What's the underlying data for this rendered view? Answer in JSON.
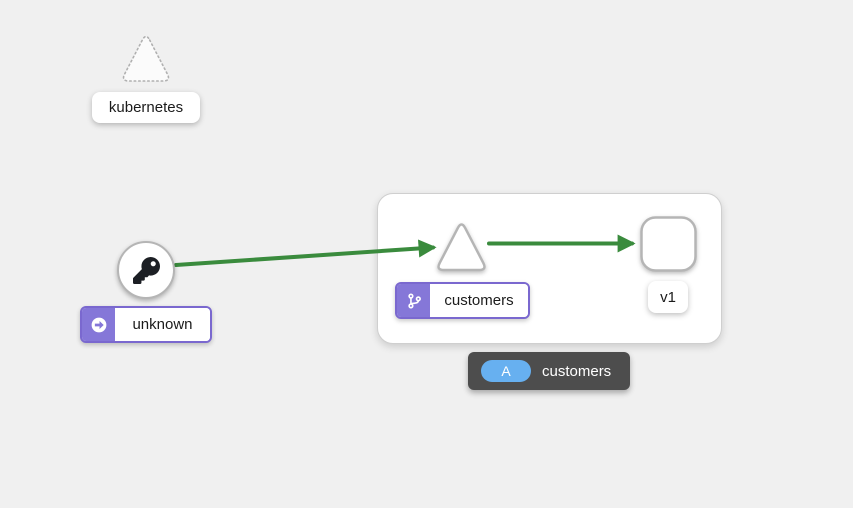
{
  "colors": {
    "canvas_bg": "#f0f0f0",
    "edge_green": "#3a8b3d",
    "badge_purple": "#8577d8",
    "badge_purple_border": "#7a68cf",
    "node_fill": "#ffffff",
    "node_border": "#b5b5b5",
    "tooltip_bg": "#4d4d4d",
    "app_badge_blue": "#67b0f0"
  },
  "nodes": {
    "kubernetes": {
      "label": "kubernetes",
      "shape": "dashed-triangle",
      "icon": "none"
    },
    "unknown": {
      "label": "unknown",
      "shape": "circle",
      "icon": "key-icon",
      "badge_icon": "arrow-circle-right-icon"
    },
    "customers": {
      "label": "customers",
      "shape": "triangle",
      "badge_icon": "code-branch-icon"
    },
    "v1": {
      "label": "v1",
      "shape": "rounded-square"
    }
  },
  "edges": [
    {
      "from": "unknown",
      "to": "customers",
      "color": "#3a8b3d"
    },
    {
      "from": "customers",
      "to": "v1",
      "color": "#3a8b3d"
    }
  ],
  "group": {
    "type": "app-box",
    "app": "customers"
  },
  "tooltip": {
    "badge": "A",
    "label": "customers"
  }
}
